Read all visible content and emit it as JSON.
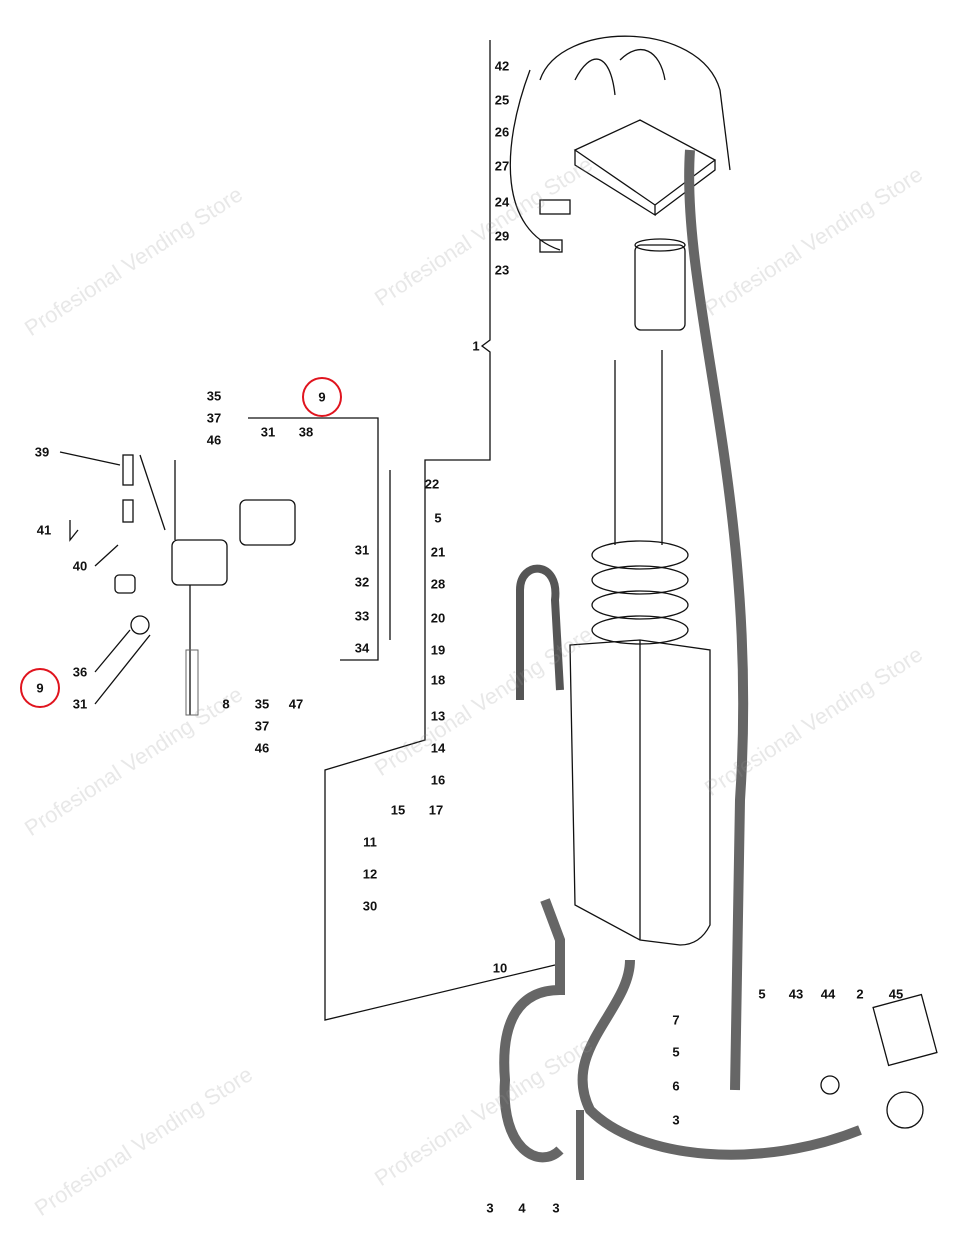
{
  "watermark": "Profesional Vending Store",
  "highlight_color": "#e0141e",
  "labels": {
    "r42": "42",
    "r25": "25",
    "r26": "26",
    "r27": "27",
    "r24": "24",
    "r29": "29",
    "r23": "23",
    "r1": "1",
    "r22": "22",
    "r5a": "5",
    "r21": "21",
    "r28": "28",
    "r20": "20",
    "r19": "19",
    "r18": "18",
    "r13": "13",
    "r14": "14",
    "r16": "16",
    "r15": "15",
    "r17": "17",
    "r11": "11",
    "r12": "12",
    "r30": "30",
    "r10": "10",
    "r7": "7",
    "r5b": "5",
    "r6": "6",
    "r3a": "3",
    "r3b": "3",
    "r4": "4",
    "r3c": "3",
    "r5c": "5",
    "r43": "43",
    "r44": "44",
    "r2": "2",
    "r45": "45",
    "l9top": "9",
    "l35a": "35",
    "l37a": "37",
    "l46a": "46",
    "l31a": "31",
    "l38": "38",
    "l39": "39",
    "l41": "41",
    "l40": "40",
    "l31b": "31",
    "l32": "32",
    "l33": "33",
    "l34": "34",
    "l36": "36",
    "l9left": "9",
    "l31c": "31",
    "l8": "8",
    "l35b": "35",
    "l37b": "37",
    "l46b": "46",
    "l47": "47"
  }
}
